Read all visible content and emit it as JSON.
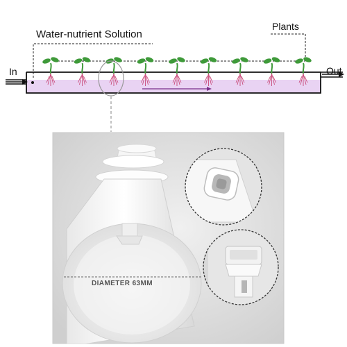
{
  "labels": {
    "water_solution": "Water-nutrient Solution",
    "plants": "Plants",
    "inlet": "In",
    "outlet": "Out",
    "diameter": "DIAMETER 63MM"
  },
  "colors": {
    "solution": "#e9d3f3",
    "leaf": "#3f9a3a",
    "root": "#c94a7a",
    "flow_arrow": "#7a2f8a",
    "pipe": "#111111"
  },
  "plant_count": 9
}
